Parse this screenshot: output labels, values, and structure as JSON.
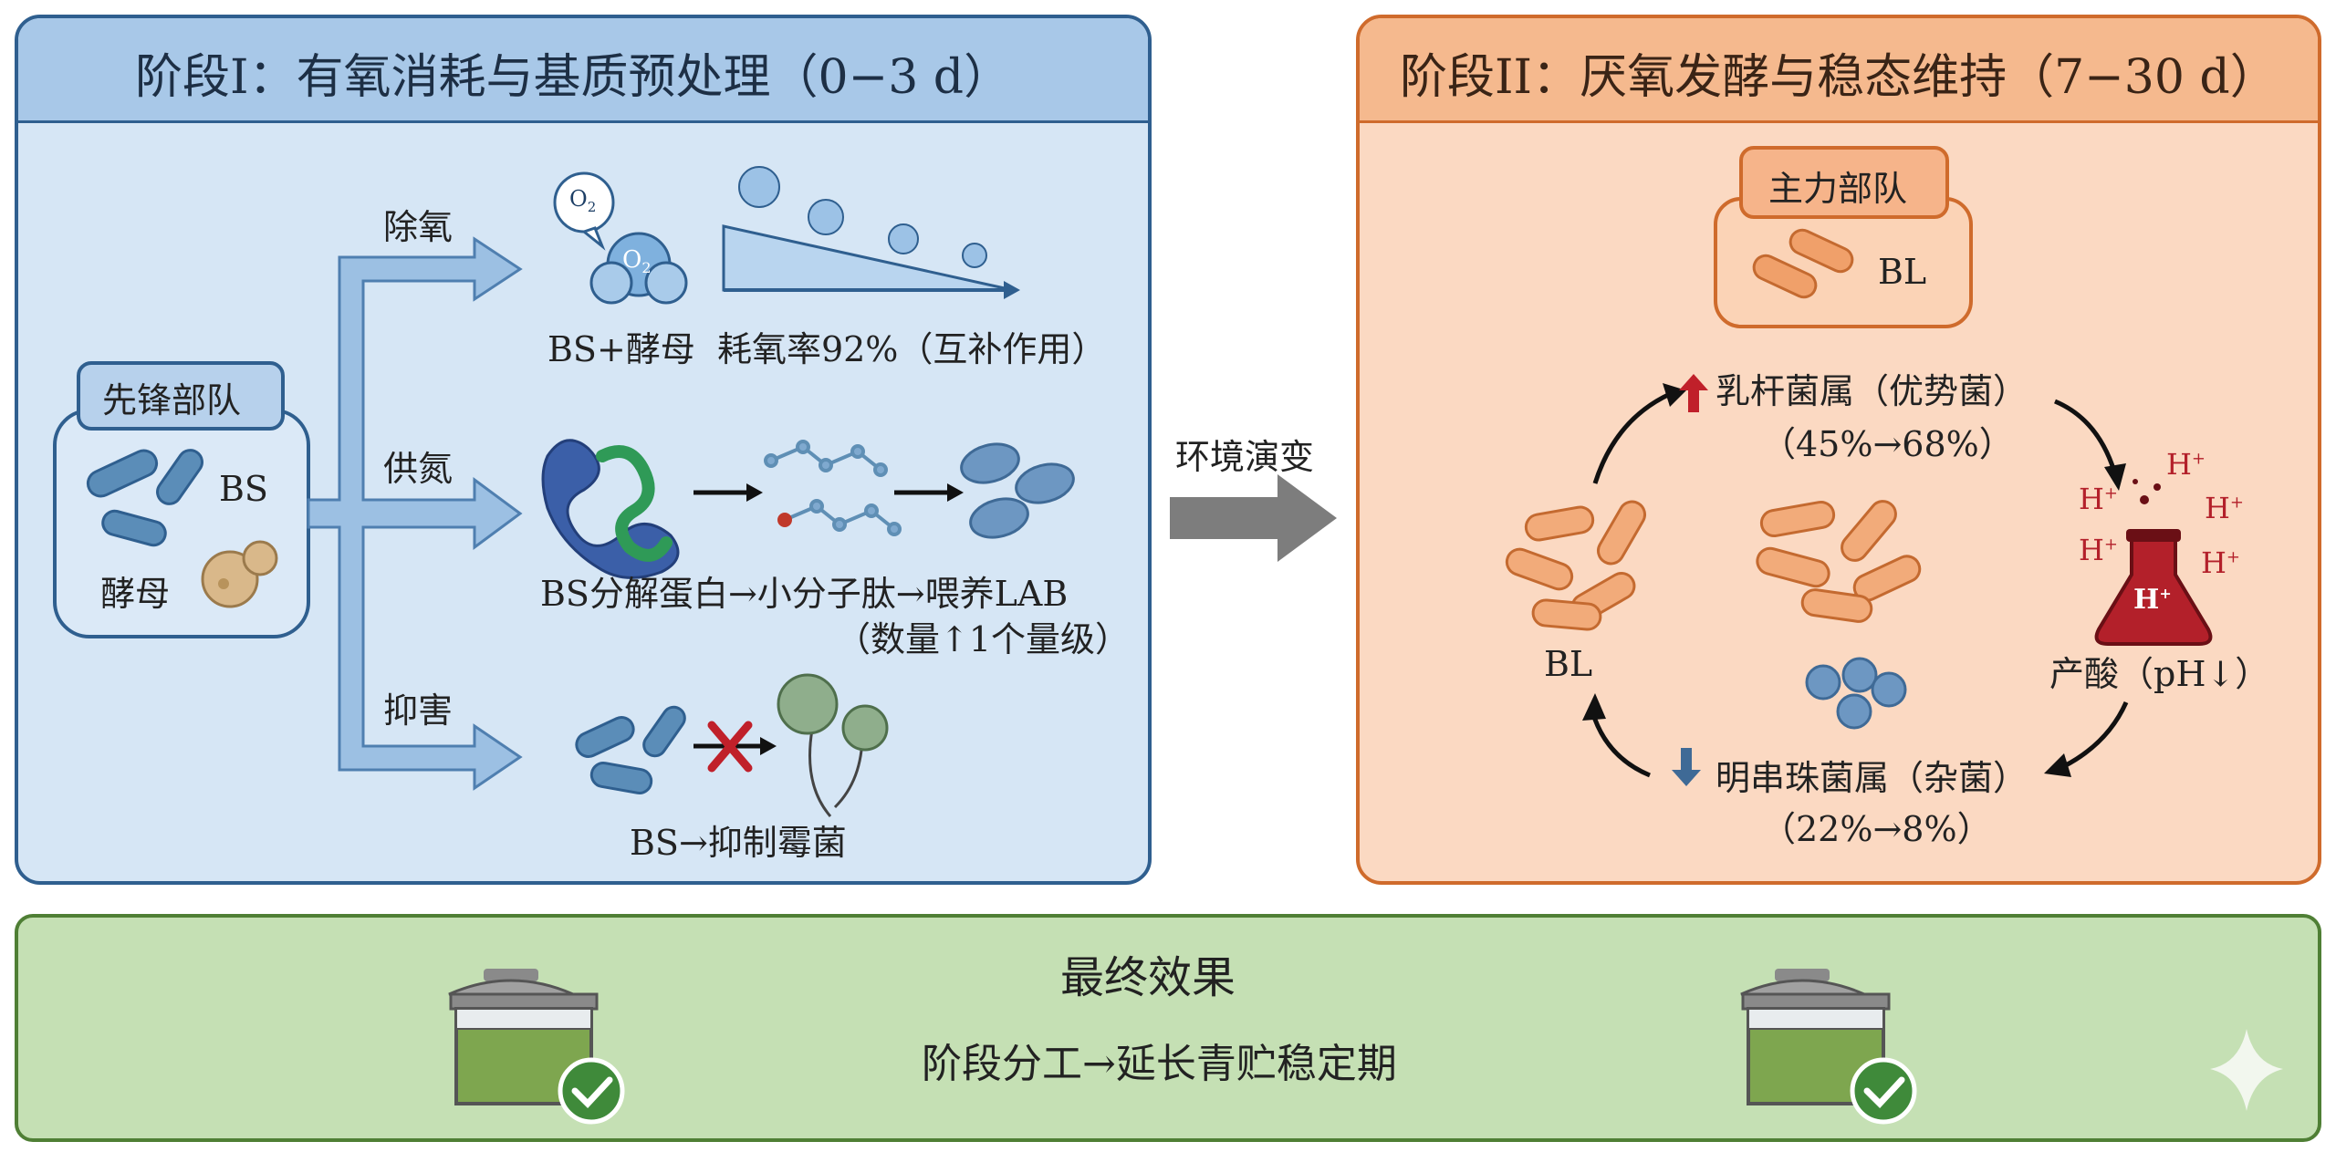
{
  "stage1": {
    "title": "阶段I：有氧消耗与基质预处理（0−3 d）",
    "vanguard": {
      "title": "先锋部队",
      "bs": "BS",
      "yeast": "酵母"
    },
    "branches": {
      "deoxygen": "除氧",
      "nitrogen": "供氮",
      "inhibit": "抑害"
    },
    "o2_label": "O",
    "o2_sub": "2",
    "deoxygen_caption": "BS+酵母  耗氧率92%（互补作用）",
    "nitrogen_caption": "BS分解蛋白→小分子肽→喂养LAB",
    "nitrogen_caption2": "（数量↑1个量级）",
    "inhibit_caption": "BS→抑制霉菌"
  },
  "transition": {
    "label": "环境演变"
  },
  "stage2": {
    "title": "阶段II：厌氧发酵与稳态维持（7−30 d）",
    "main_force": {
      "title": "主力部队",
      "label": "BL"
    },
    "lacto": {
      "name": "乳杆菌属（优势菌）",
      "change": "（45%→68%）"
    },
    "leuco": {
      "name": "明串珠菌属（杂菌）",
      "change": "（22%→8%）"
    },
    "bl_label": "BL",
    "acid_label": "产酸（pH↓）",
    "h_plus": "H",
    "plus": "+"
  },
  "result": {
    "title": "最终效果",
    "text": "阶段分工→延长青贮稳定期"
  },
  "colors": {
    "blue_header": "#a8c8e8",
    "blue_body": "#d6e6f5",
    "blue_border": "#2f5f8f",
    "orange_header": "#f5b98e",
    "orange_body": "#fbd9c2",
    "orange_border": "#cf6b2c",
    "green_body": "#c5e0b4",
    "green_border": "#4f7f35",
    "acid_red": "#b3202a"
  }
}
